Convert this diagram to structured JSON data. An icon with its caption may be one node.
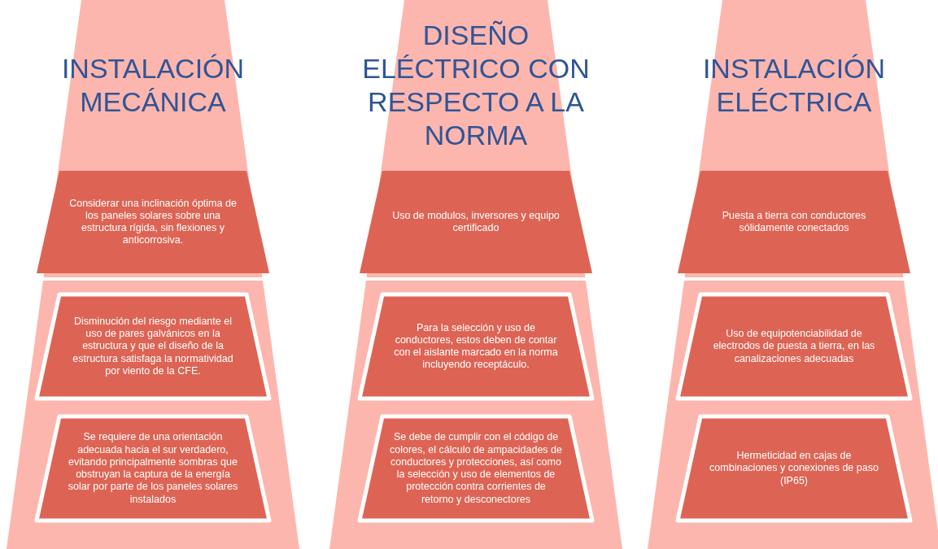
{
  "diagram": {
    "nodes": [
      {
        "text": [
          "INSTALACIÓN MECÁNICA"
        ]
      },
      {
        "text": [
          "Considerar una inclinación óptima de los paneles solares sobre una estructura rígida, sin flexiones y anticorrosiva."
        ],
        "in": 0
      },
      {
        "text": [
          "Disminución del riesgo mediante el uso de pares galvánicos en la estructura y que el diseño de la estructura satisfaga la normatividad por viento de la CFE."
        ],
        "in": 0
      },
      {
        "text": [
          "Se requiere de una orientación adecuada hacia el sur verdadero, evitando principalmente sombras que obstruyan la captura de la energía solar por parte de los paneles solares instalados"
        ],
        "in": 0
      },
      {
        "text": [
          "DISEÑO ELÉCTRICO CON RESPECTO A LA NORMA"
        ]
      },
      {
        "text": [
          "Uso de modulos, inversores y equipo certificado"
        ],
        "in": 4
      },
      {
        "text": [
          "Para la selección y uso de conductores, estos deben de contar con el aislante marcado en la norma incluyendo receptáculo."
        ],
        "in": 4
      },
      {
        "text": [
          "Se debe de cumplir con el código de colores, el cálculo de ampacidades de conductores y protecciones, así como la selección y uso de elementos de protección contra corrientes de retorno y desconectores"
        ],
        "in": 4
      },
      {
        "text": [
          "INSTALACIÓN ELÉCTRICA"
        ]
      },
      {
        "text": [
          "Puesta a tierra con conductores sólidamente conectados"
        ],
        "in": 8
      },
      {
        "text": [
          "Uso de equipotenciabilidad de electrodos de puesta a tierra, en las canalizaciones adecuadas"
        ],
        "in": 8
      },
      {
        "text": [
          "Hermeticidad en cajas de combinaciones y conexiones de paso (IP65)"
        ],
        "in": 8
      }
    ],
    "edges": []
  }
}
